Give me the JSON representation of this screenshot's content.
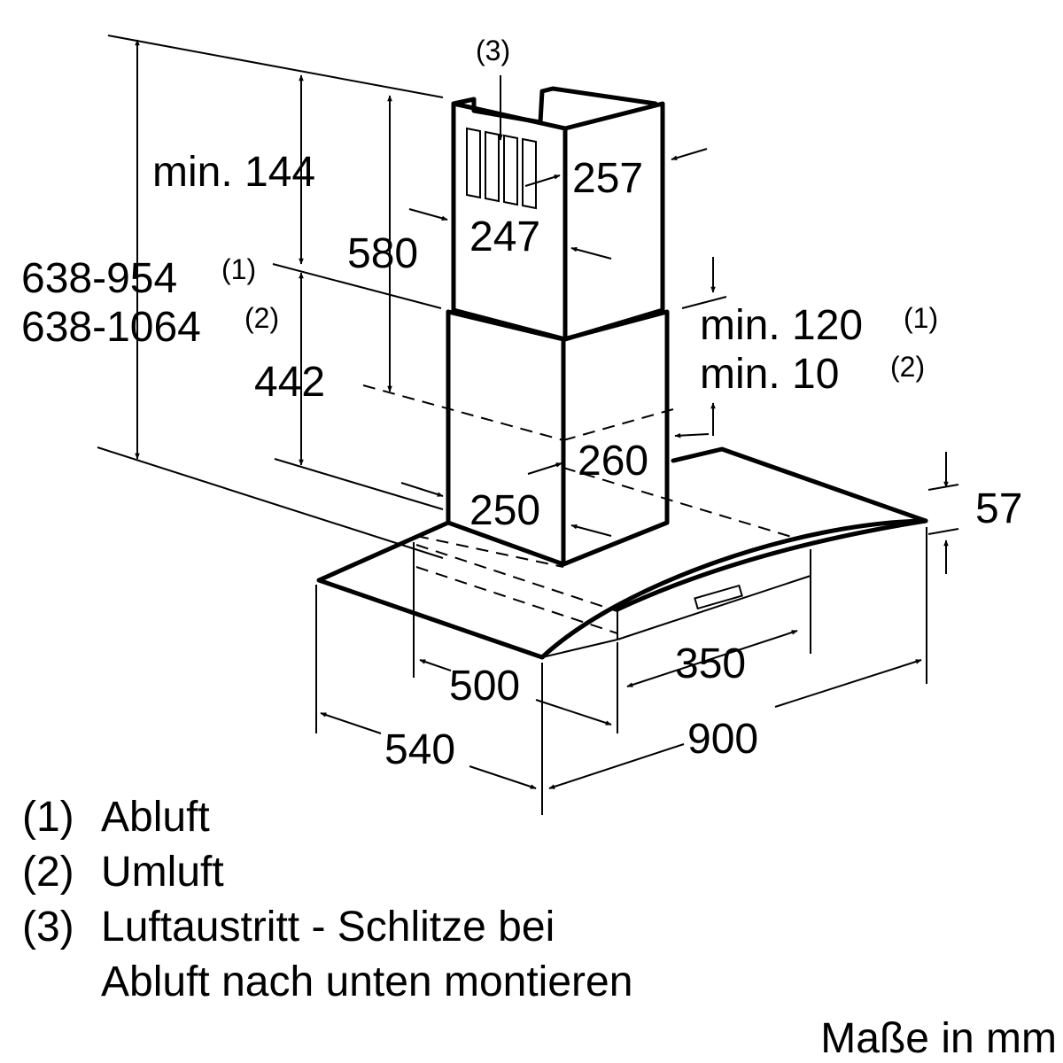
{
  "dimensions": {
    "min_144": "min. 144",
    "range_1": "638-954",
    "range_1_note": "(1)",
    "range_2": "638-1064",
    "range_2_note": "(2)",
    "d580": "580",
    "d442": "442",
    "callout_3": "(3)",
    "d257": "257",
    "d247": "247",
    "min_120": "min. 120",
    "min_120_note": "(1)",
    "min_10": "min. 10",
    "min_10_note": "(2)",
    "d260": "260",
    "d250": "250",
    "d57": "57",
    "d350": "350",
    "d500": "500",
    "d540": "540",
    "d900": "900"
  },
  "legend": {
    "item1_num": "(1)",
    "item1_text": "Abluft",
    "item2_num": "(2)",
    "item2_text": "Umluft",
    "item3_num": "(3)",
    "item3_text": "Luftaustritt - Schlitze bei",
    "item3_text2": "Abluft nach unten montieren"
  },
  "units_note": "Maße in mm"
}
